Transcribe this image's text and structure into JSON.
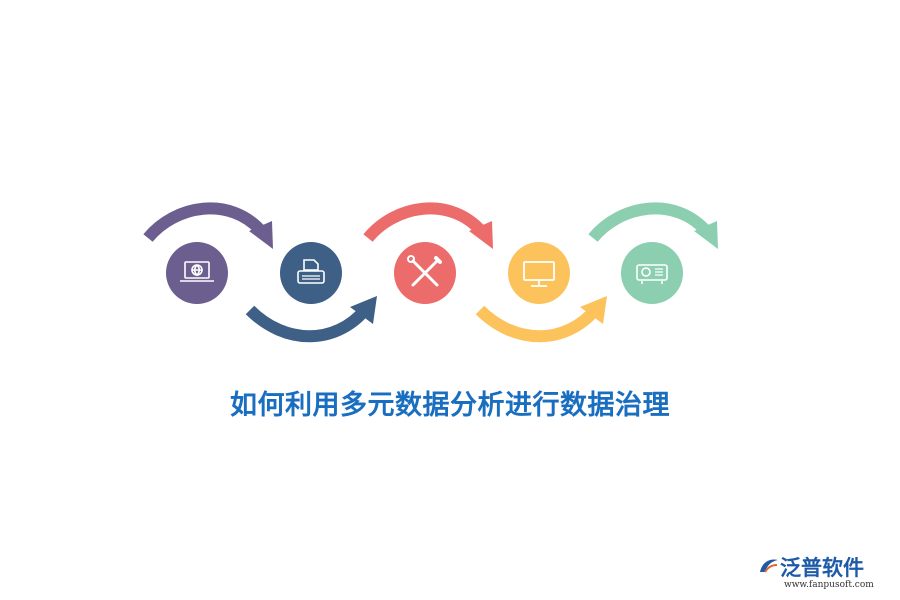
{
  "title": "如何利用多元数据分析进行数据治理",
  "colors": {
    "title": "#1a6ec0",
    "purple": "#6c5f8f",
    "navy": "#3e5f86",
    "red": "#ec6b6b",
    "yellow": "#fcc35d",
    "green": "#8ccfb0"
  },
  "steps": [
    {
      "icon": "laptop-globe-icon",
      "color": "#6c5f8f"
    },
    {
      "icon": "printer-icon",
      "color": "#3e5f86"
    },
    {
      "icon": "tools-icon",
      "color": "#ec6b6b"
    },
    {
      "icon": "monitor-icon",
      "color": "#fcc35d"
    },
    {
      "icon": "projector-icon",
      "color": "#8ccfb0"
    }
  ],
  "brand": {
    "name": "泛普软件",
    "url": "www.fanpusoft.com"
  }
}
